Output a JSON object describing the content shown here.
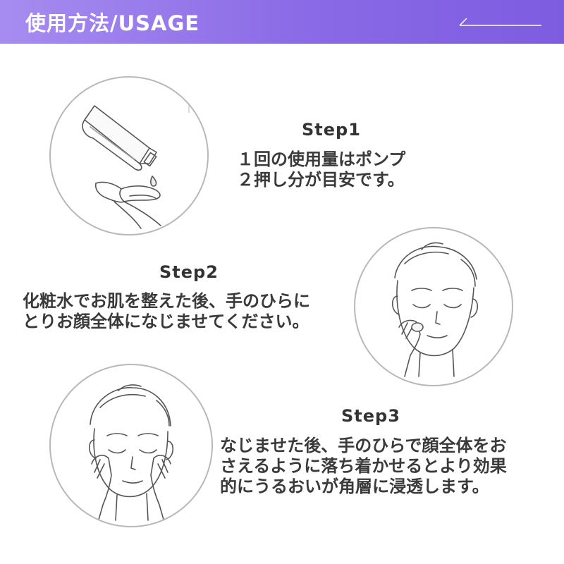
{
  "header": {
    "title": "使用方法/USAGE",
    "accent_color": "#8a6ae6"
  },
  "steps": [
    {
      "title": "Step1",
      "lines": [
        "１回の使用量はポンプ",
        "２押し分が目安です。"
      ],
      "illustration": "bottle-dispensing-into-hand"
    },
    {
      "title": "Step2",
      "lines": [
        "化粧水でお肌を整えた後、手のひらに",
        "とりお顔全体になじませてください。"
      ],
      "illustration": "face-applying-with-one-hand"
    },
    {
      "title": "Step3",
      "lines": [
        "なじませた後、手のひらで顔全体をお",
        "さえるように落ち着かせるとより効果",
        "的にうるおいが角層に浸透します。"
      ],
      "illustration": "face-pressing-with-both-hands"
    }
  ]
}
